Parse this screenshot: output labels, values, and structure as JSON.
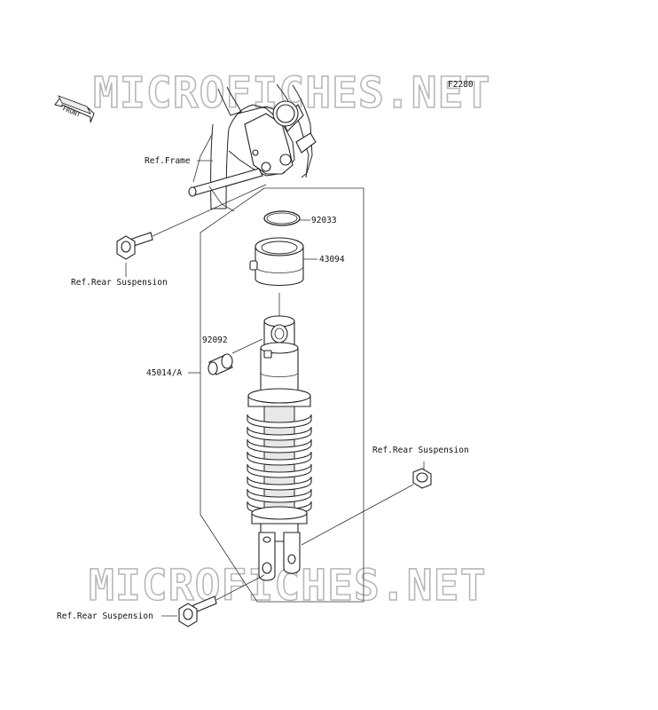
{
  "diagram_code": "F2280",
  "front_arrow": "FRONT",
  "watermark": "MICROFICHES.NET",
  "labels": {
    "ref_frame": "Ref.Frame",
    "ref_rear_suspension_top": "Ref.Rear Suspension",
    "ref_rear_suspension_right": "Ref.Rear Suspension",
    "ref_rear_suspension_bottom": "Ref.Rear Suspension",
    "part_92033": "92033",
    "part_43094": "43094",
    "part_92092": "92092",
    "part_45014": "45014/A"
  }
}
